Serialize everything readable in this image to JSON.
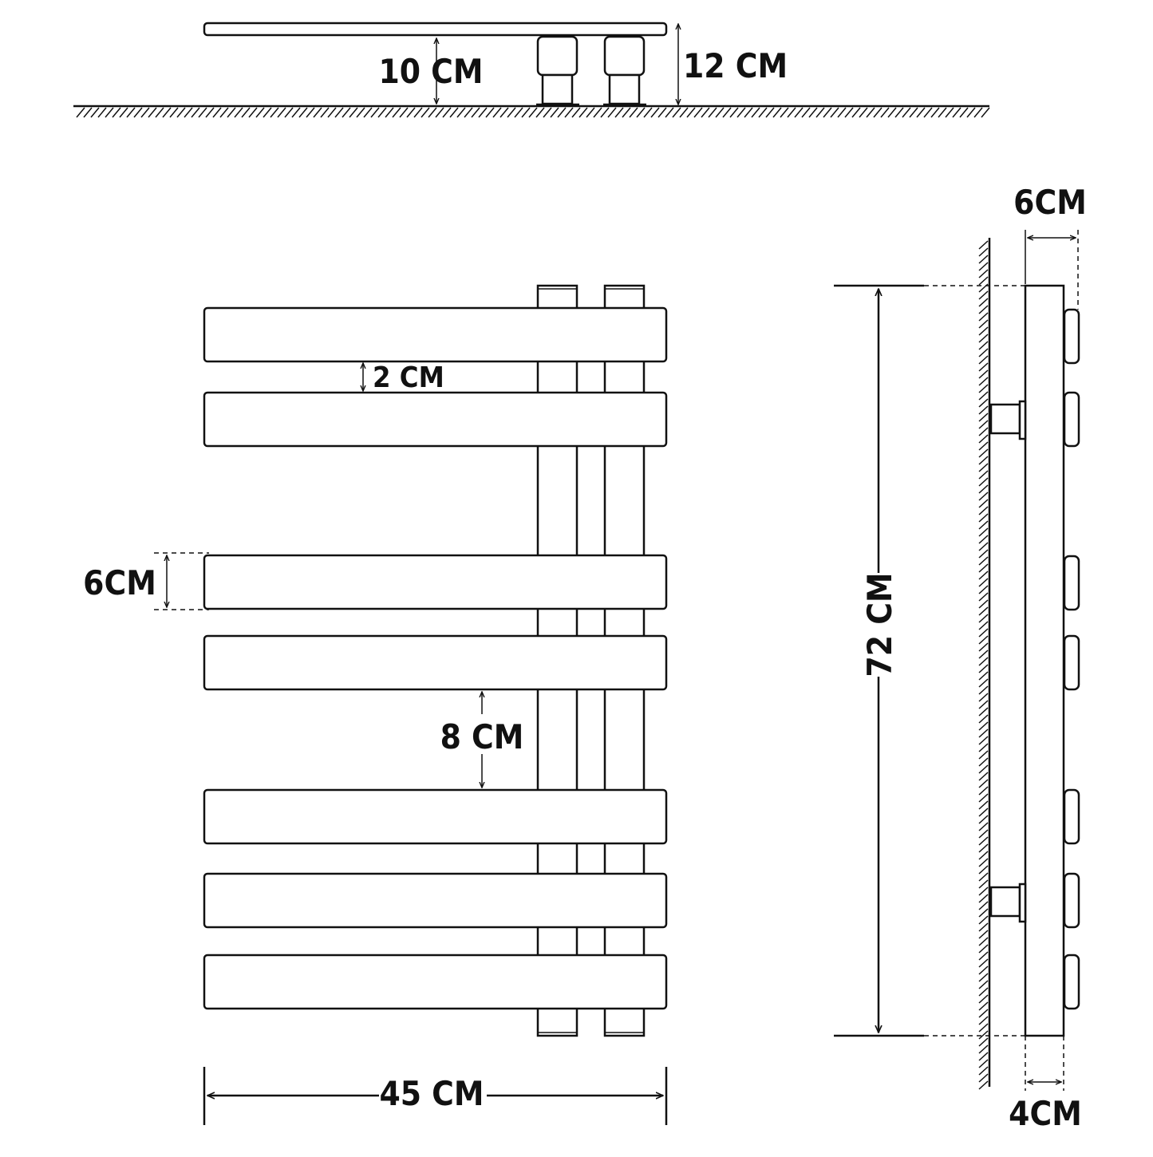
{
  "dimensions": {
    "top_wall_gap": "10 CM",
    "top_total_depth": "12 CM",
    "side_depth": "6CM",
    "bar_gap": "2 CM",
    "bar_height": "6CM",
    "group_gap": "8 CM",
    "total_width": "45 CM",
    "total_height": "72 CM",
    "profile_depth": "4CM"
  },
  "colors": {
    "line": "#111111",
    "background": "#ffffff"
  }
}
